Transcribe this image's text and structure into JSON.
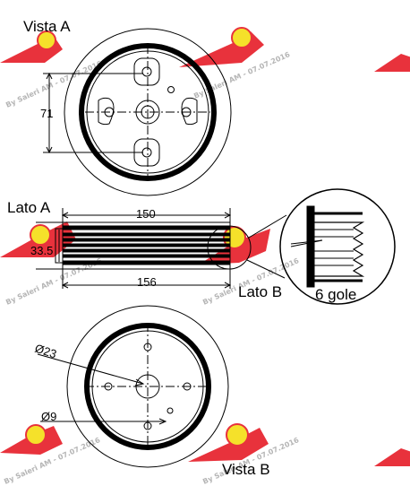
{
  "labels": {
    "view_a": "Vista A",
    "view_b": "Vista B",
    "side_a": "Lato A",
    "side_b": "Lato B",
    "grooves": "6 gole"
  },
  "dimensions": {
    "bolt_spacing": "71",
    "width_top": "150",
    "width_bottom": "156",
    "hub_depth": "33.5",
    "bore_diameter": "Ø23",
    "hole_diameter": "Ø9"
  },
  "watermark": {
    "text": "By Saleri AM - 07.07.2016"
  },
  "colors": {
    "logo_red": "#e8323c",
    "logo_yellow": "#f5e12a",
    "watermark_gray": "#b5b5b5",
    "line": "#000000"
  },
  "icons": {
    "logo": "saleri-winged-logo",
    "detail": "detail-magnifier-circle"
  }
}
